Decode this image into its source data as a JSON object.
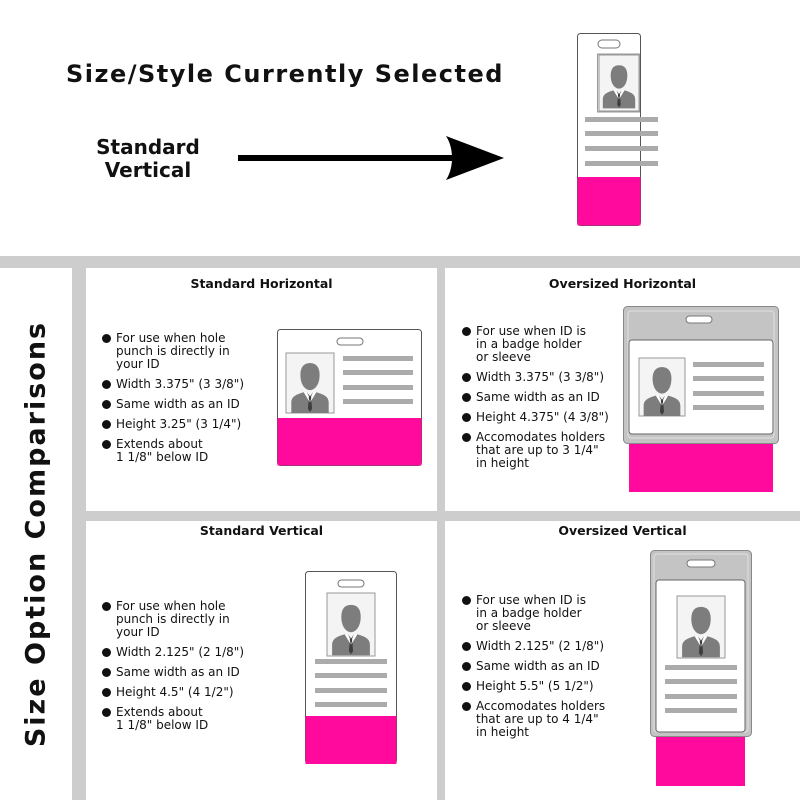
{
  "header": {
    "title": "Size/Style Currently Selected",
    "selected_line1": "Standard",
    "selected_line2": "Vertical"
  },
  "sidebar_title": "Size Option Comparisons",
  "colors": {
    "accent_magenta": "#ff0a9c",
    "divider_gray": "#cdcdcd",
    "placeholder_gray": "#ababab",
    "holder_gray": "#c4c4c4"
  },
  "panels": {
    "standard_horizontal": {
      "title": "Standard Horizontal",
      "bullets": [
        "For use when hole\npunch is directly in\nyour ID",
        "Width 3.375\" (3 3/8\")",
        "Same width as an ID",
        "Height 3.25\" (3 1/4\")",
        "Extends about\n1 1/8\" below ID"
      ]
    },
    "oversized_horizontal": {
      "title": "Oversized Horizontal",
      "bullets": [
        "For use when ID is\nin a badge holder\nor sleeve",
        "Width 3.375\" (3 3/8\")",
        "Same width as an ID",
        "Height 4.375\" (4 3/8\")",
        "Accomodates holders\nthat are up to 3 1/4\"\nin height"
      ]
    },
    "standard_vertical": {
      "title": "Standard Vertical",
      "bullets": [
        "For use when hole\npunch is directly in\nyour ID",
        "Width 2.125\" (2 1/8\")",
        "Same width as an ID",
        "Height 4.5\" (4 1/2\")",
        "Extends about\n1 1/8\" below ID"
      ]
    },
    "oversized_vertical": {
      "title": "Oversized Vertical",
      "bullets": [
        "For use when ID is\nin a badge holder\nor sleeve",
        "Width 2.125\" (2 1/8\")",
        "Same width as an ID",
        "Height 5.5\" (5 1/2\")",
        "Accomodates holders\nthat are up to 4 1/4\"\nin height"
      ]
    }
  }
}
